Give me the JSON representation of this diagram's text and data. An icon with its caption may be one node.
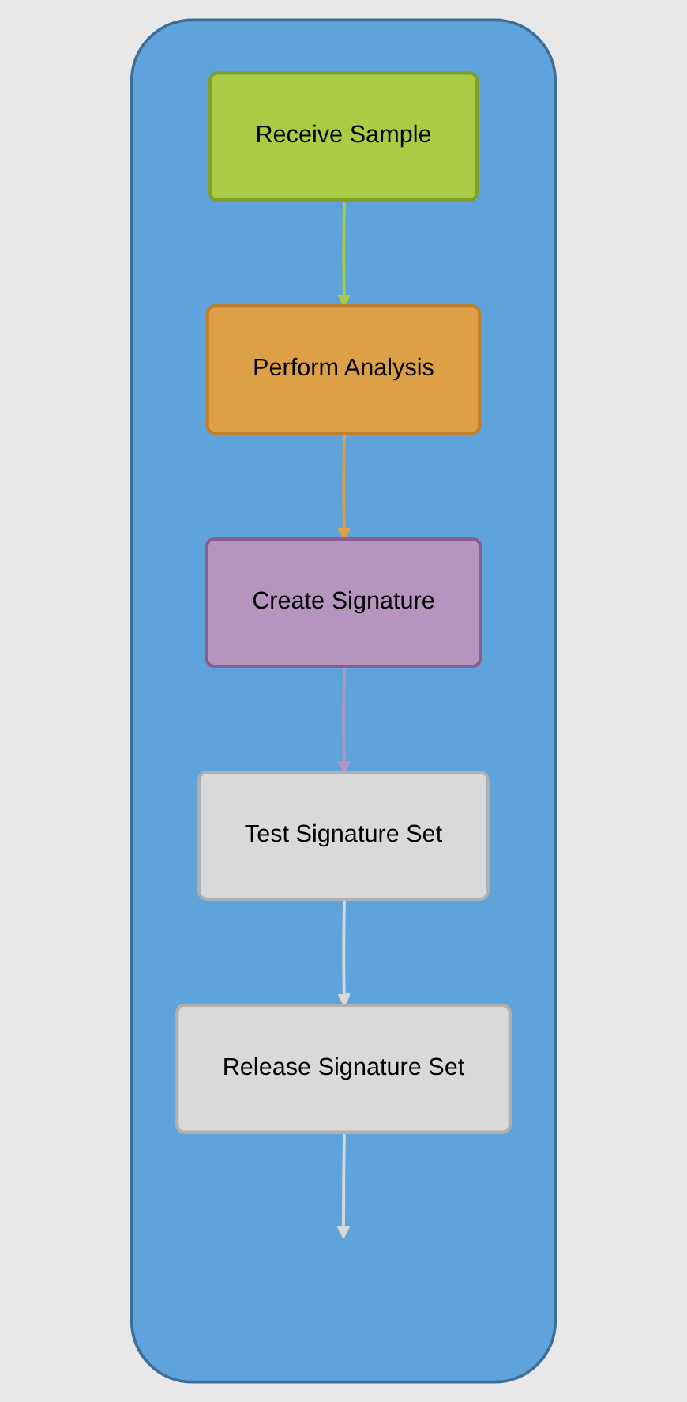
{
  "diagram": {
    "nodes": [
      {
        "text": [],
        "shape": "box"
      },
      {
        "text": [
          "Receive Sample"
        ],
        "in": 0
      },
      {
        "text": [
          "Perform Analysis"
        ],
        "in": 0
      },
      {
        "text": [
          "Create Signature"
        ],
        "in": 0
      },
      {
        "text": [
          "Test Signature Set"
        ],
        "in": 0
      },
      {
        "text": [
          "Release Signature Set"
        ],
        "in": 0
      }
    ],
    "edges": [
      {
        "from": 1,
        "to": 2,
        "arrow": "to",
        "color": "#a8cd44"
      },
      {
        "from": 2,
        "to": 3,
        "arrow": "to",
        "color": "#dda046"
      },
      {
        "from": 3,
        "to": 4,
        "arrow": "to",
        "color": "#b595bd"
      },
      {
        "from": 4,
        "to": 5,
        "arrow": "to",
        "color": "#d9d9d9"
      },
      {
        "from": 5,
        "to": null,
        "arrow": "to",
        "color": "#d9d9d9"
      }
    ]
  }
}
